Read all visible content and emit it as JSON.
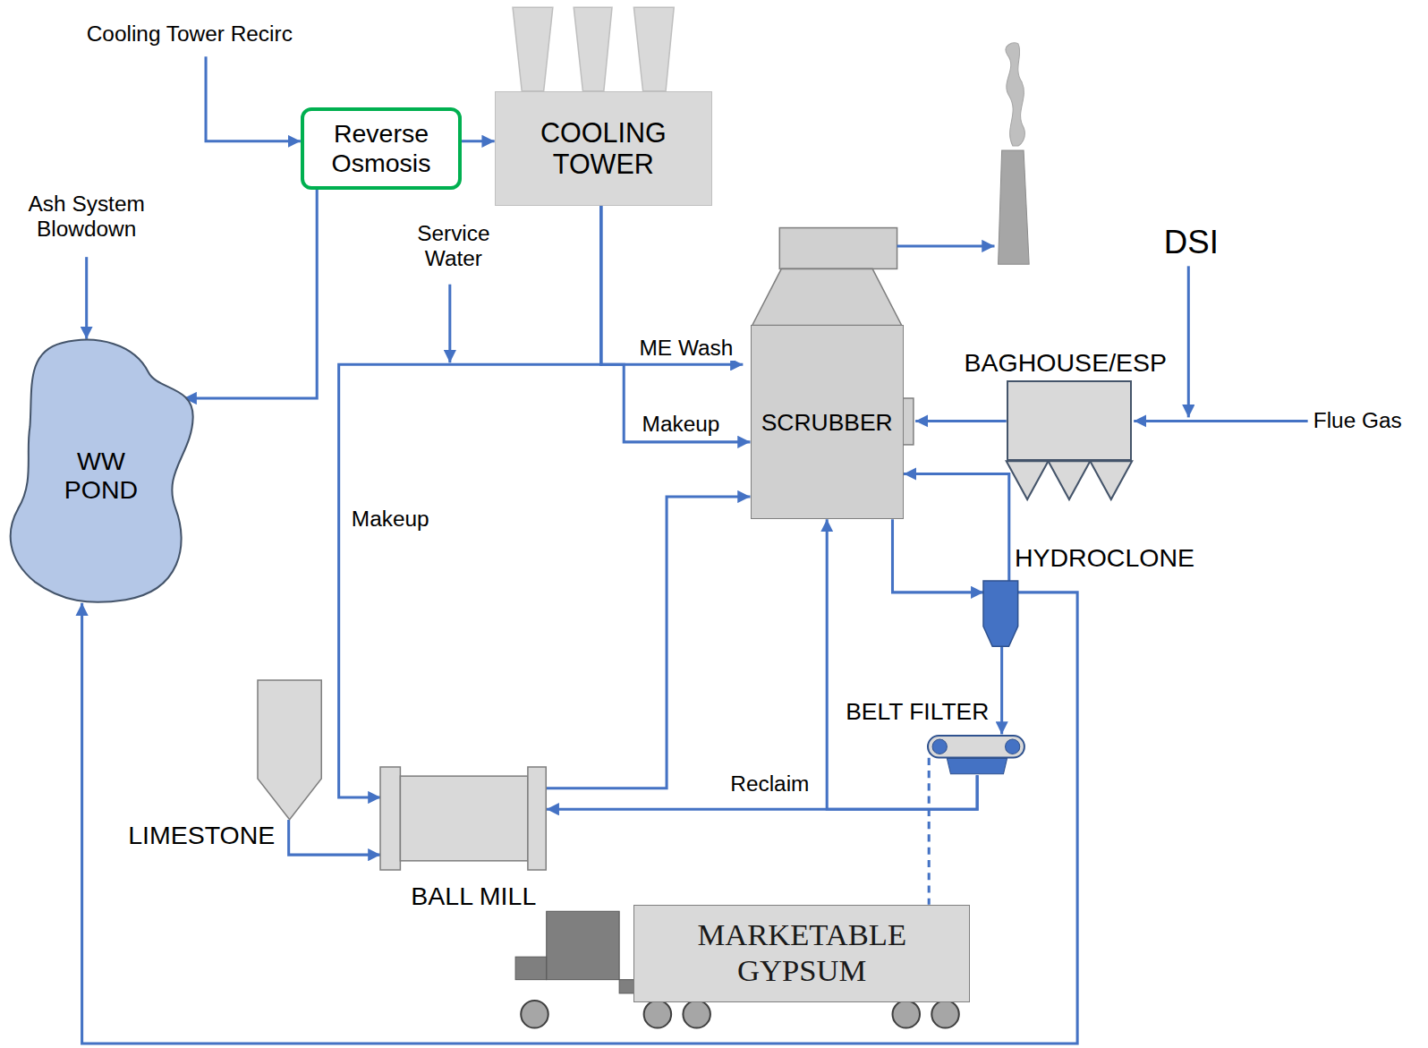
{
  "diagram": {
    "nodes": [
      {
        "text": [
          "Reverse Osmosis"
        ]
      },
      {
        "text": [
          "COOLING TOWER"
        ]
      },
      {
        "text": [
          "WW POND"
        ]
      },
      {
        "text": [
          "SCRUBBER"
        ]
      },
      {
        "text": [
          "BAGHOUSE/ESP"
        ]
      },
      {
        "text": [
          "HYDROCLONE"
        ]
      },
      {
        "text": [
          "BELT FILTER"
        ]
      },
      {
        "text": [
          "BALL MILL"
        ]
      },
      {
        "text": [
          "LIMESTONE"
        ]
      },
      {
        "text": [
          "MARKETABLE GYPSUM"
        ]
      }
    ],
    "edges": [
      {
        "from": 0,
        "to": 1,
        "arrow": "to"
      },
      {
        "from": 0,
        "to": 2,
        "arrow": "to"
      },
      {
        "from": 1,
        "to": 3,
        "label": "ME Wash",
        "arrow": "to"
      },
      {
        "from": 1,
        "to": 3,
        "label": "Makeup",
        "arrow": "to"
      },
      {
        "from": 1,
        "to": 7,
        "label": "Makeup",
        "arrow": "to"
      },
      {
        "from": 4,
        "to": 3,
        "arrow": "to"
      },
      {
        "from": 3,
        "to": 5,
        "arrow": "to"
      },
      {
        "from": 5,
        "to": 3,
        "arrow": "to"
      },
      {
        "from": 5,
        "to": 2,
        "arrow": "to"
      },
      {
        "from": 5,
        "to": 6,
        "arrow": "to"
      },
      {
        "from": 6,
        "to": 7,
        "label": "Reclaim",
        "arrow": "to"
      },
      {
        "from": 6,
        "to": 3,
        "arrow": "to"
      },
      {
        "from": 6,
        "to": 9,
        "arrow": "none"
      },
      {
        "from": 8,
        "to": 7,
        "arrow": "to"
      },
      {
        "from": 7,
        "to": 3,
        "arrow": "to"
      }
    ],
    "labels": [
      "Cooling Tower Recirc",
      "Ash System Blowdown",
      "Service Water",
      "DSI",
      "Flue Gas"
    ]
  }
}
